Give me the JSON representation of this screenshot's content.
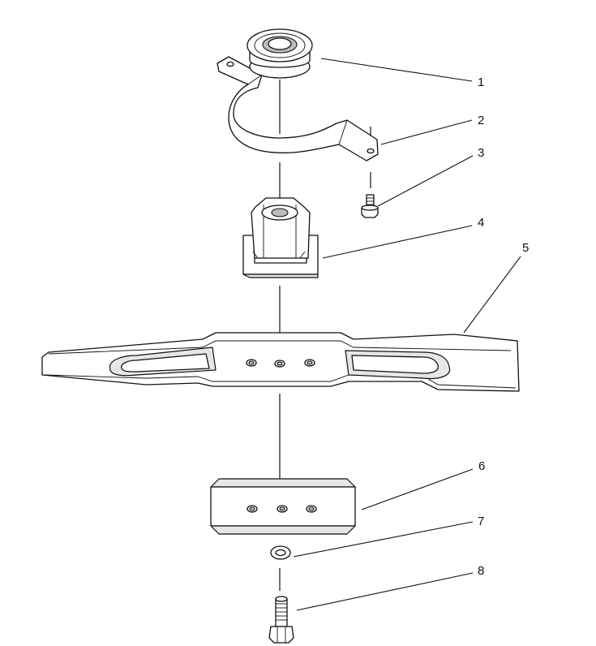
{
  "callouts": [
    {
      "id": 1,
      "label": "1"
    },
    {
      "id": 2,
      "label": "2"
    },
    {
      "id": 3,
      "label": "3"
    },
    {
      "id": 4,
      "label": "4"
    },
    {
      "id": 5,
      "label": "5"
    },
    {
      "id": 6,
      "label": "6"
    },
    {
      "id": 7,
      "label": "7"
    },
    {
      "id": 8,
      "label": "8"
    }
  ],
  "colors": {
    "line": "#111111",
    "shade": "#e6e6e6",
    "background": "#ffffff"
  }
}
